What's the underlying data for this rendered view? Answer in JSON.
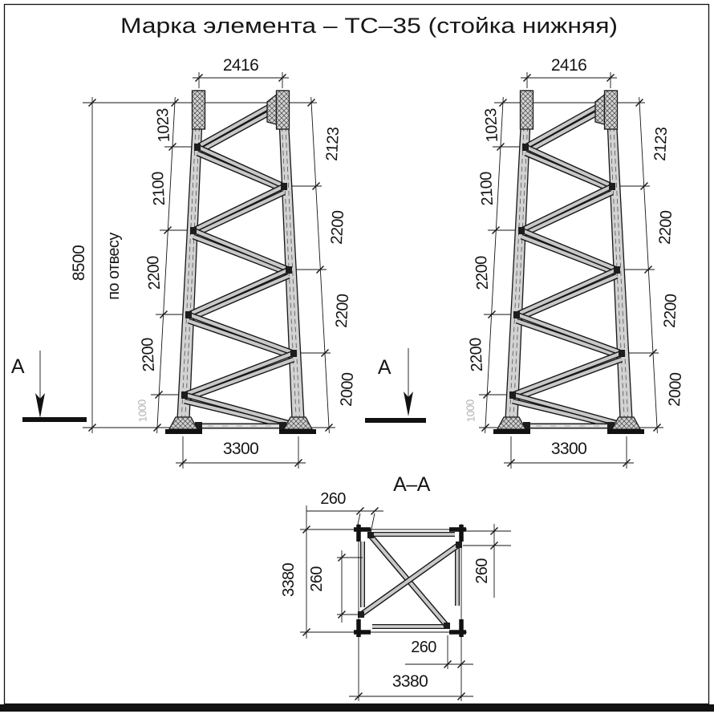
{
  "title": "Марка элемента – ТС–35 (стойка нижняя)",
  "section_label": "А",
  "section_title": "А–А",
  "tower_dims": {
    "top_width": "2416",
    "left_chain": [
      "1023",
      "2100",
      "2200",
      "2200"
    ],
    "left_chain_gray": "1000",
    "right_chain": [
      "2123",
      "2200",
      "2200",
      "2000"
    ],
    "overall_height": "8500",
    "overall_note": "по отвесу",
    "base_width": "3300"
  },
  "section_dims": {
    "corner_offset_top": "260",
    "overall_left": "3380",
    "inner_left": "260",
    "inner_right": "260",
    "inner_bottom": "260",
    "overall_bottom": "3380"
  },
  "colors": {
    "line": "#161616",
    "steel_fill": "#d2d2d2",
    "brace_fill": "#c8c8c8",
    "node_fill": "#1d1d1d",
    "gray_dim_text": "#b5b5b5",
    "background": "#ffffff"
  }
}
